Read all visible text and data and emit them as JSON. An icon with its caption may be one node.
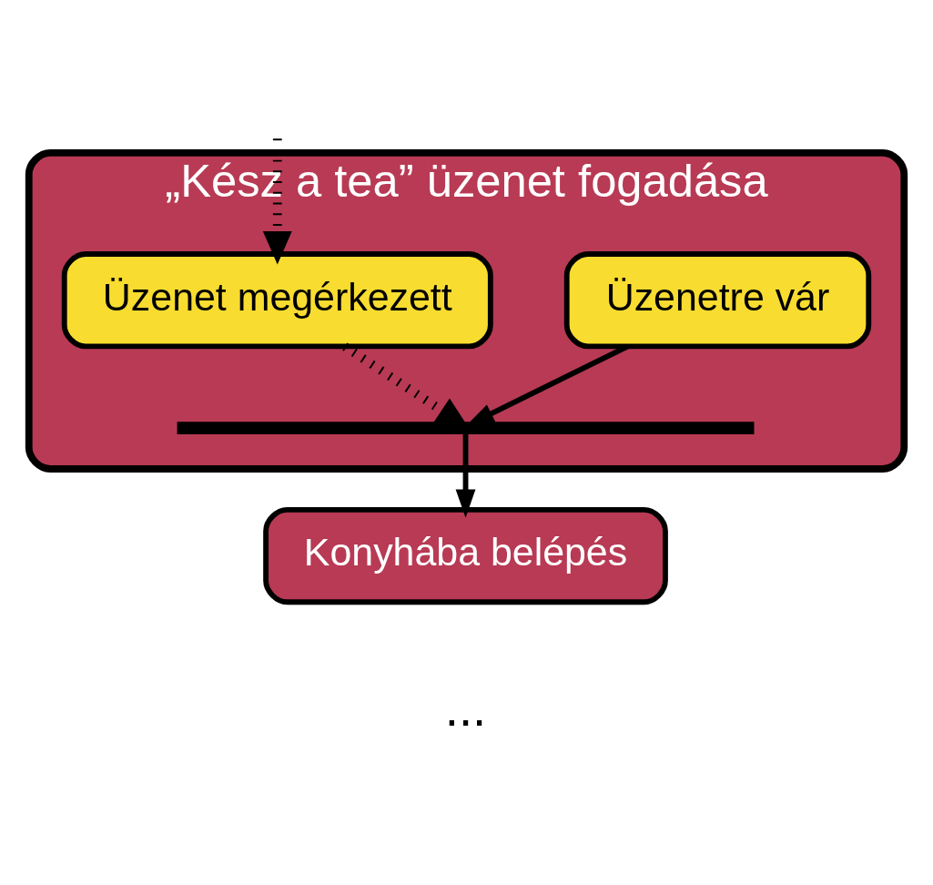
{
  "diagram": {
    "nodes": [
      {
        "text": [
          "„Kész a tea” üzenet fogadása"
        ]
      },
      {
        "text": [
          "Üzenetre vár"
        ],
        "in": 0
      },
      {
        "text": [
          "Üzenet megérkezett"
        ],
        "in": 0
      },
      {
        "text": [],
        "shape": "bar",
        "in": 0
      },
      {
        "text": [
          "Konyhába belépés"
        ]
      }
    ],
    "edges": [
      {
        "from": null,
        "to": 2,
        "arrow": "to",
        "style": "dashed"
      },
      {
        "from": 2,
        "to": 3,
        "arrow": "to",
        "style": "dashed"
      },
      {
        "from": 1,
        "to": 3,
        "arrow": "to"
      },
      {
        "from": 3,
        "to": 4,
        "arrow": "to"
      }
    ],
    "labels": [
      "..."
    ]
  }
}
